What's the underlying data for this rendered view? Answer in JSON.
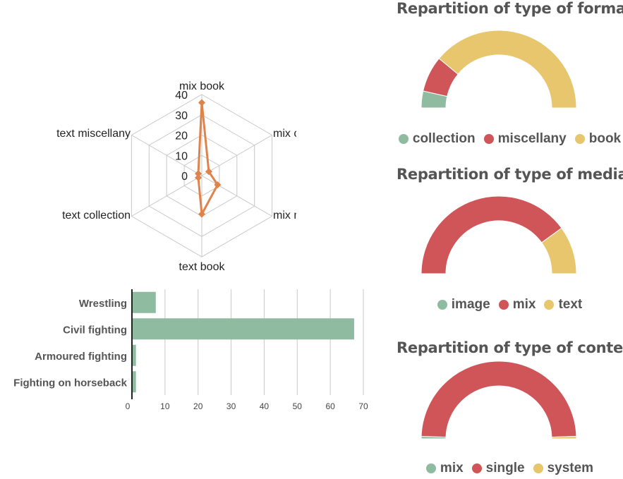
{
  "chart_data": [
    {
      "type": "radar",
      "axes": [
        "mix book",
        "mix collection",
        "mix miscellany",
        "text book",
        "text collection",
        "text miscellany"
      ],
      "values": [
        36,
        4,
        9,
        19,
        2,
        2
      ],
      "ticks": [
        "0",
        "10",
        "20",
        "30",
        "40"
      ],
      "rmax": 40,
      "color": "#e0834a",
      "grid": true
    },
    {
      "type": "bar",
      "orientation": "horizontal",
      "categories": [
        "Wrestling",
        "Civil fighting",
        "Armoured fighting",
        "Fighting on horseback"
      ],
      "values": [
        7,
        67,
        1,
        1
      ],
      "ticks": [
        "0",
        "10",
        "20",
        "30",
        "40",
        "50",
        "60",
        "70"
      ],
      "xlim": [
        0,
        70
      ],
      "color": "#8fbca1",
      "grid": true
    },
    {
      "type": "pie",
      "style": "half-donut",
      "title": "Repartition of type of format",
      "categories": [
        "collection",
        "miscellany",
        "book"
      ],
      "values": [
        7,
        15,
        78
      ],
      "colors": [
        "#8fbca1",
        "#d05559",
        "#e8c66e"
      ]
    },
    {
      "type": "pie",
      "style": "half-donut",
      "title": "Repartition of type of media",
      "categories": [
        "image",
        "mix",
        "text"
      ],
      "values": [
        0,
        80,
        20
      ],
      "colors": [
        "#8fbca1",
        "#d05559",
        "#e8c66e"
      ]
    },
    {
      "type": "pie",
      "style": "half-donut",
      "title": "Repartition of type of content",
      "categories": [
        "mix",
        "single",
        "system"
      ],
      "values": [
        1,
        98,
        1
      ],
      "colors": [
        "#8fbca1",
        "#d05559",
        "#e8c66e"
      ]
    }
  ]
}
